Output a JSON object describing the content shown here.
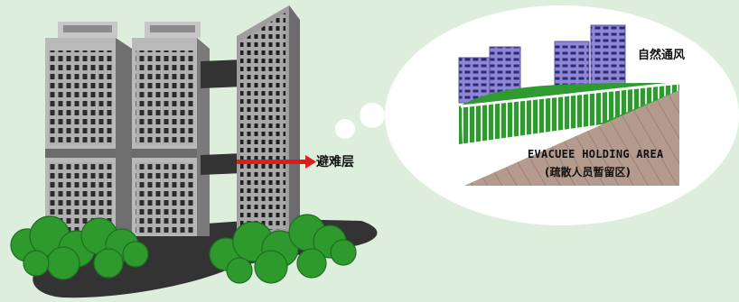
{
  "labels": {
    "refuge_floor": "避难层",
    "natural_ventilation": "自然通风",
    "holding_area_en": "EVACUEE HOLDING AREA",
    "holding_area_zh": "(疏散人员暂留区)"
  },
  "colors": {
    "background": "#ddeedd",
    "building": "#a8a8a8",
    "building_shadow": "#6f6f6f",
    "window": "#2a2a2a",
    "arrow": "#e01b1b",
    "shrub": "#2e9a2e",
    "cloud": "#ffffff",
    "floor": "#b59a8e",
    "purple_building": "#8e86d6"
  },
  "icons": {
    "arrow": "right-arrow-icon",
    "thought_bubble": "thought-bubble-icon"
  }
}
